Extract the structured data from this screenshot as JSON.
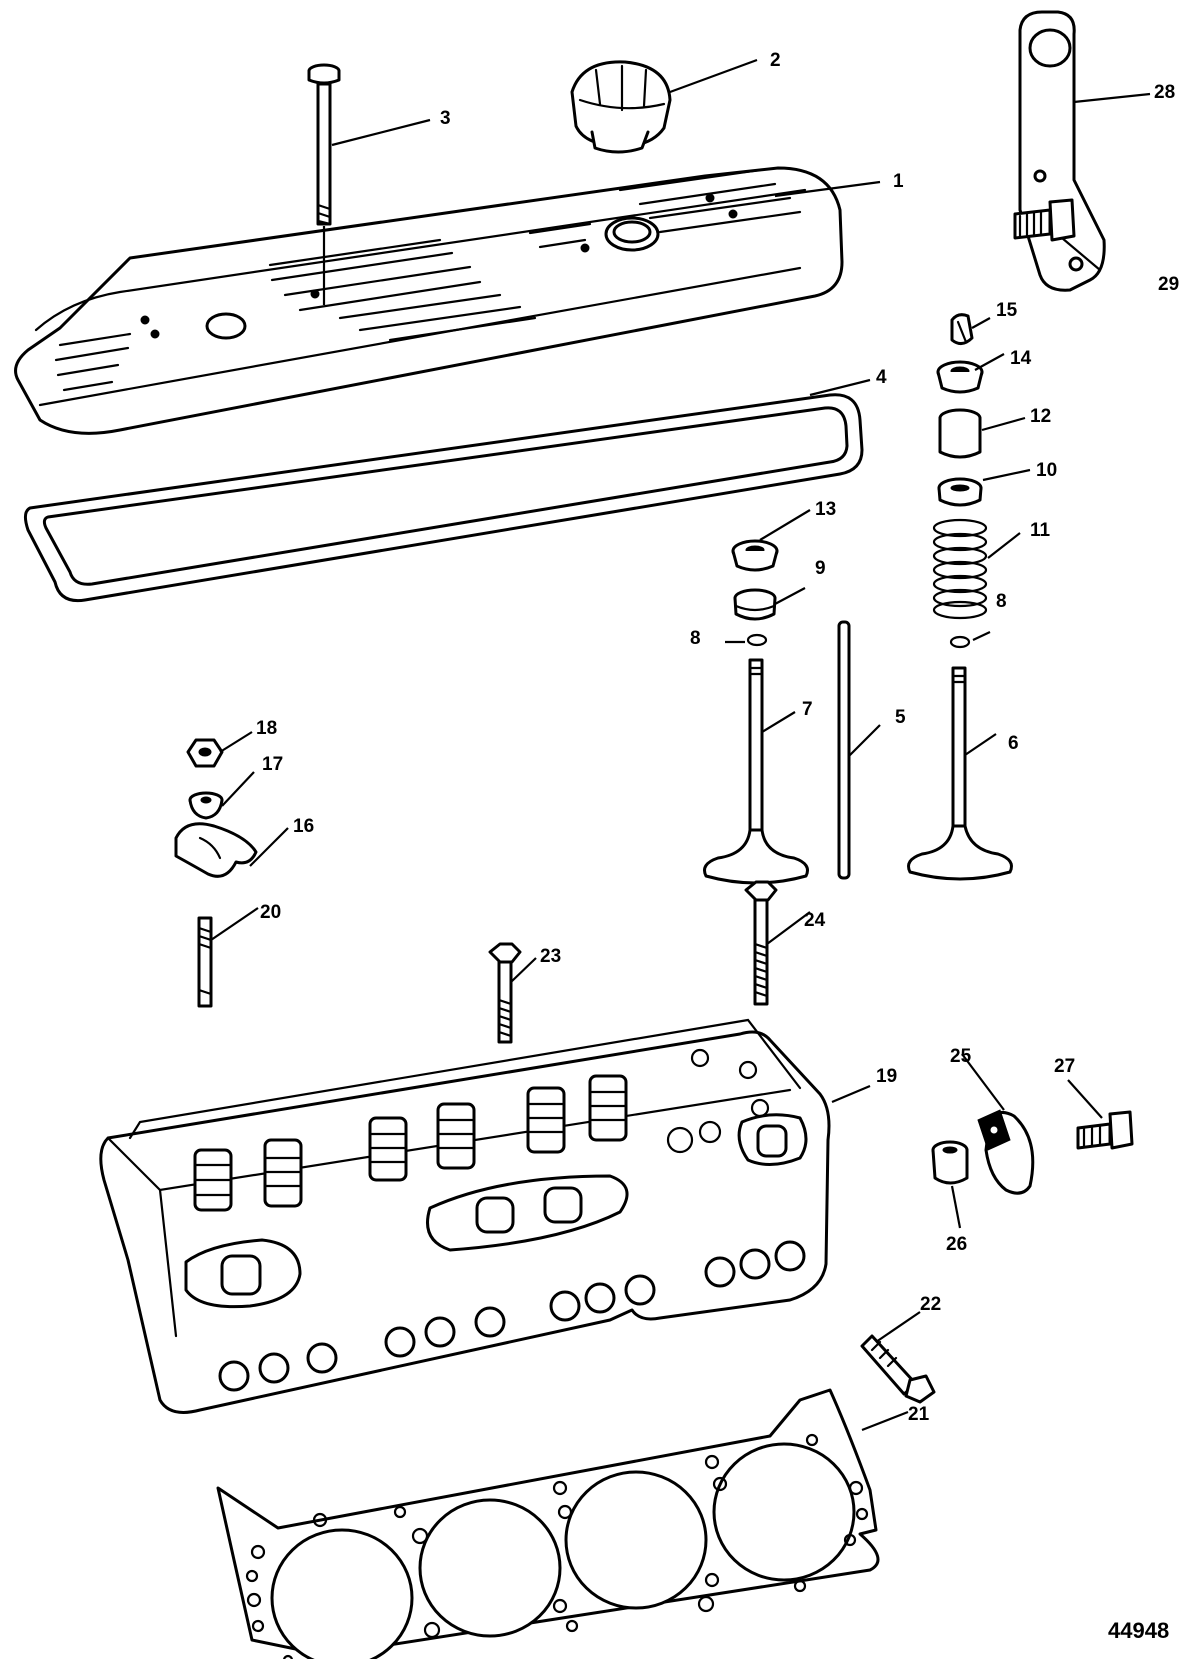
{
  "figure_number": "44948",
  "callouts": {
    "c1": "1",
    "c2": "2",
    "c3": "3",
    "c4": "4",
    "c5": "5",
    "c6": "6",
    "c7": "7",
    "c8a": "8",
    "c8b": "8",
    "c9": "9",
    "c10": "10",
    "c11": "11",
    "c12": "12",
    "c13": "13",
    "c14": "14",
    "c15": "15",
    "c16": "16",
    "c17": "17",
    "c18": "18",
    "c19": "19",
    "c20": "20",
    "c21": "21",
    "c22": "22",
    "c23": "23",
    "c24": "24",
    "c25": "25",
    "c26": "26",
    "c27": "27",
    "c28": "28",
    "c29": "29"
  }
}
